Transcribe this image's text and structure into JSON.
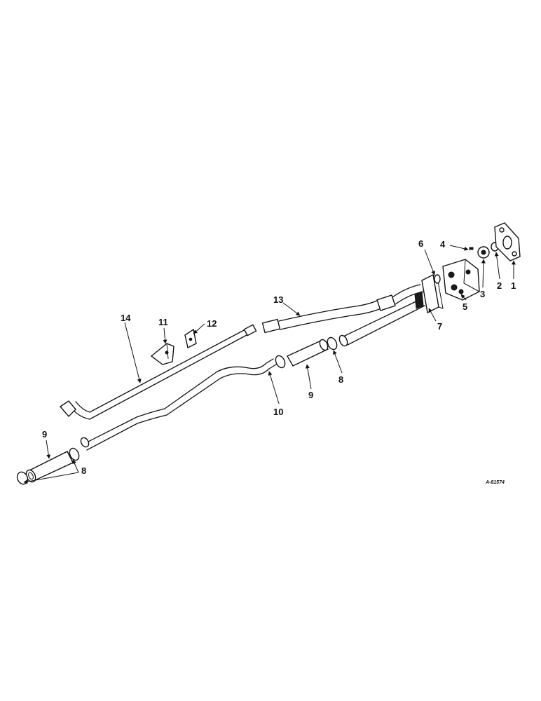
{
  "callouts": {
    "c1": "1",
    "c2": "2",
    "c3": "3",
    "c4": "4",
    "c5": "5",
    "c6": "6",
    "c7": "7",
    "c8a": "8",
    "c8b": "8",
    "c9a": "9",
    "c9b": "9",
    "c10": "10",
    "c11": "11",
    "c12": "12",
    "c13": "13",
    "c14": "14"
  },
  "reference_number": "A-81574",
  "colors": {
    "line": "#111111",
    "background": "#ffffff"
  }
}
